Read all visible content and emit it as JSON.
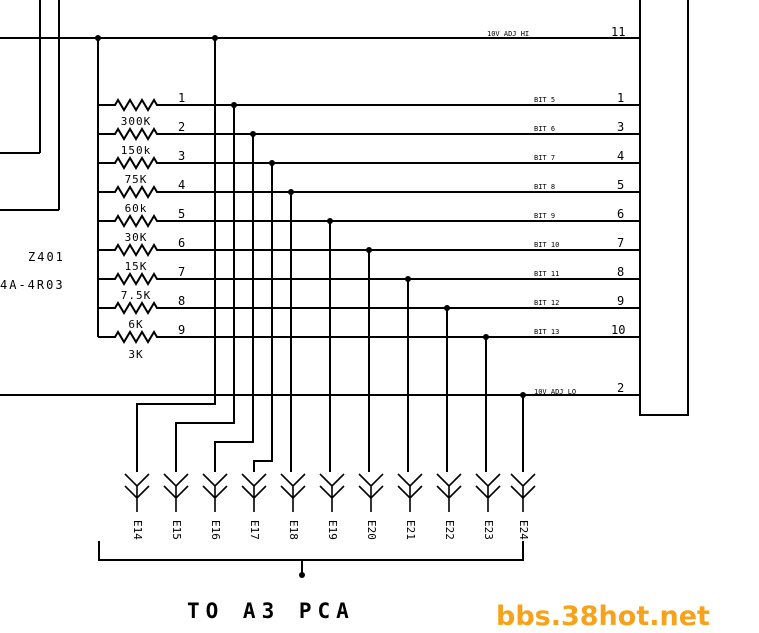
{
  "component": {
    "ref": "Z401",
    "part": "4A-4R03"
  },
  "top_net": {
    "label": "10V ADJ HI",
    "pin": "11"
  },
  "bottom_net": {
    "label": "10V ADJ LO",
    "pin": "2"
  },
  "left_pins": [
    "1",
    "2",
    "3",
    "4",
    "5",
    "6",
    "7",
    "8",
    "9"
  ],
  "resistors": [
    "300K",
    "150k",
    "75K",
    "60k",
    "30K",
    "15K",
    "7.5K",
    "6K",
    "3K"
  ],
  "bits": [
    {
      "label": "BIT 5",
      "pin": "1"
    },
    {
      "label": "BIT 6",
      "pin": "3"
    },
    {
      "label": "BIT 7",
      "pin": "4"
    },
    {
      "label": "BIT 8",
      "pin": "5"
    },
    {
      "label": "BIT 9",
      "pin": "6"
    },
    {
      "label": "BIT 10",
      "pin": "7"
    },
    {
      "label": "BIT 11",
      "pin": "8"
    },
    {
      "label": "BIT 12",
      "pin": "9"
    },
    {
      "label": "BIT 13",
      "pin": "10"
    }
  ],
  "connectors": [
    "E14",
    "E15",
    "E16",
    "E17",
    "E18",
    "E19",
    "E20",
    "E21",
    "E22",
    "E23",
    "E24"
  ],
  "destination": "TO A3 PCA",
  "watermark": "bbs.38hot.net"
}
